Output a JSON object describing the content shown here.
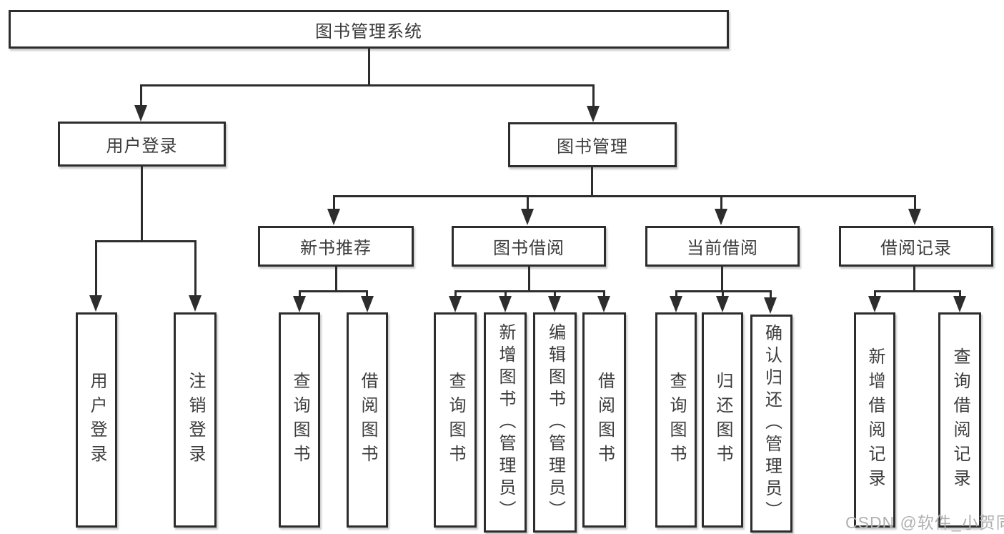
{
  "diagram_title": "图书管理系统",
  "nodes": {
    "root": "图书管理系统",
    "level2": [
      "用户登录",
      "图书管理"
    ],
    "level3": [
      "新书推荐",
      "图书借阅",
      "当前借阅",
      "借阅记录"
    ],
    "leaves": [
      "用户登录",
      "注销登录",
      "查询图书",
      "借阅图书",
      "查询图书",
      "新增图书（管理员）",
      "编辑图书（管理员）",
      "借阅图书",
      "查询图书",
      "归还图书",
      "确认归还（管理员）",
      "新增借阅记录",
      "查询借阅记录"
    ]
  },
  "watermark": "CSDN @软件_小贺同学",
  "colors": {
    "line": "#2d2d2d",
    "text": "#3c3c3c",
    "watermark": "#b0b0b0",
    "background": "#ffffff"
  }
}
